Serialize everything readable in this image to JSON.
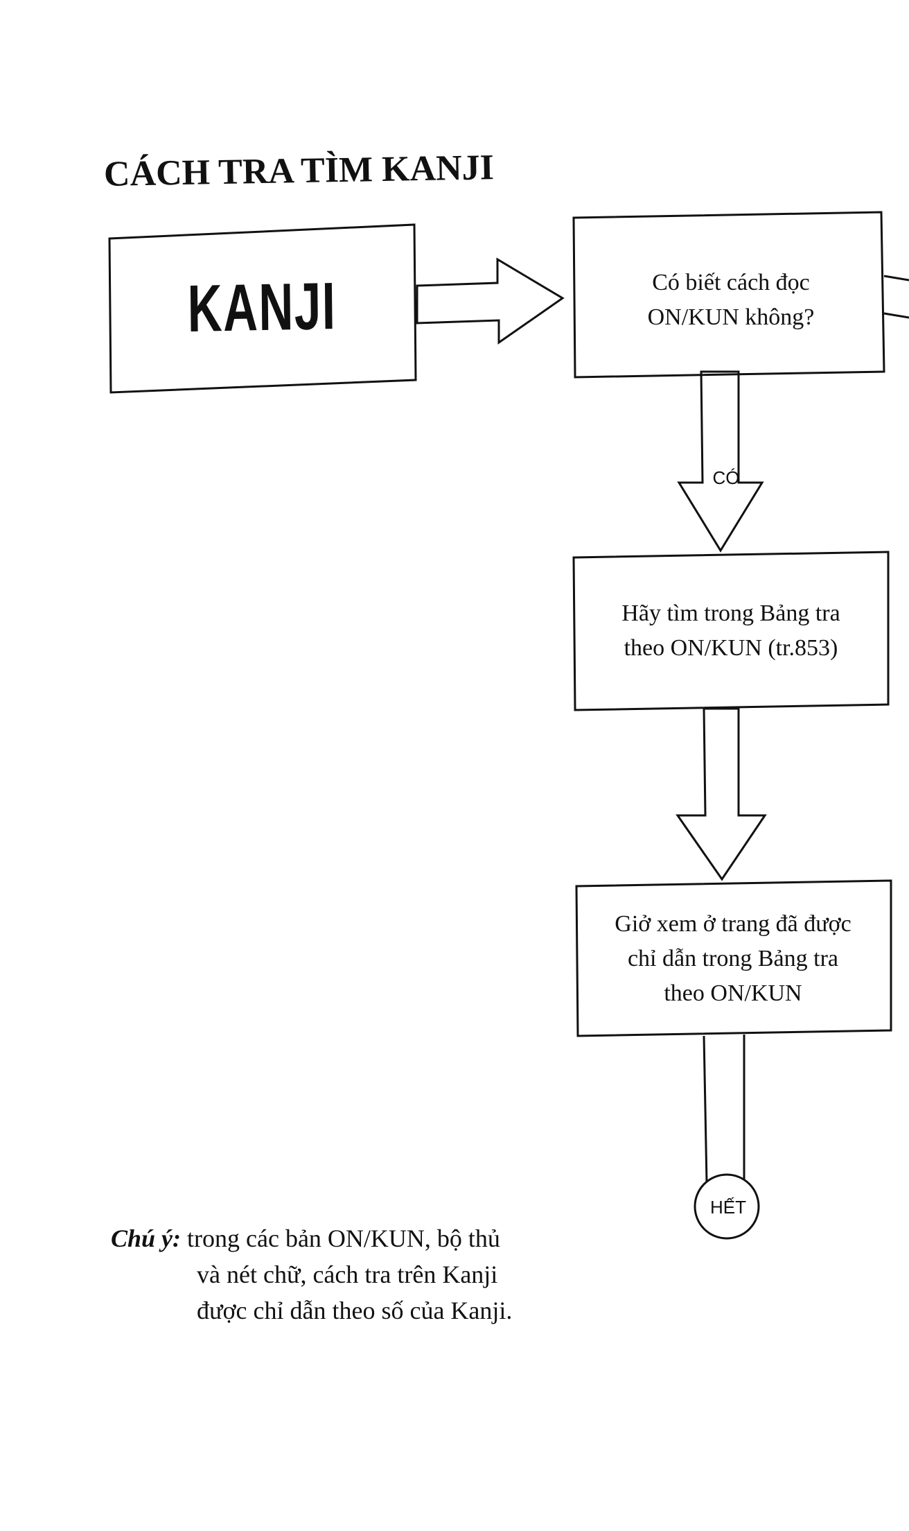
{
  "title": "CÁCH TRA TÌM KANJI",
  "start_box": {
    "label": "KANJI"
  },
  "question_box": {
    "line1": "Có biết cách đọc",
    "line2": "ON/KUN không?"
  },
  "yes_label": "CÓ",
  "step1_box": {
    "line1": "Hãy tìm trong Bảng tra",
    "line2": "theo ON/KUN (tr.853)"
  },
  "step2_box": {
    "line1": "Giở xem ở trang đã được",
    "line2": "chỉ dẫn trong Bảng tra",
    "line3": "theo ON/KUN"
  },
  "end_label": "HẾT",
  "note": {
    "label": "Chú ý:",
    "line1": "trong các bản ON/KUN, bộ thủ",
    "line2": "và nét chữ, cách tra trên Kanji",
    "line3": "được chỉ dẫn theo số của Kanji."
  }
}
